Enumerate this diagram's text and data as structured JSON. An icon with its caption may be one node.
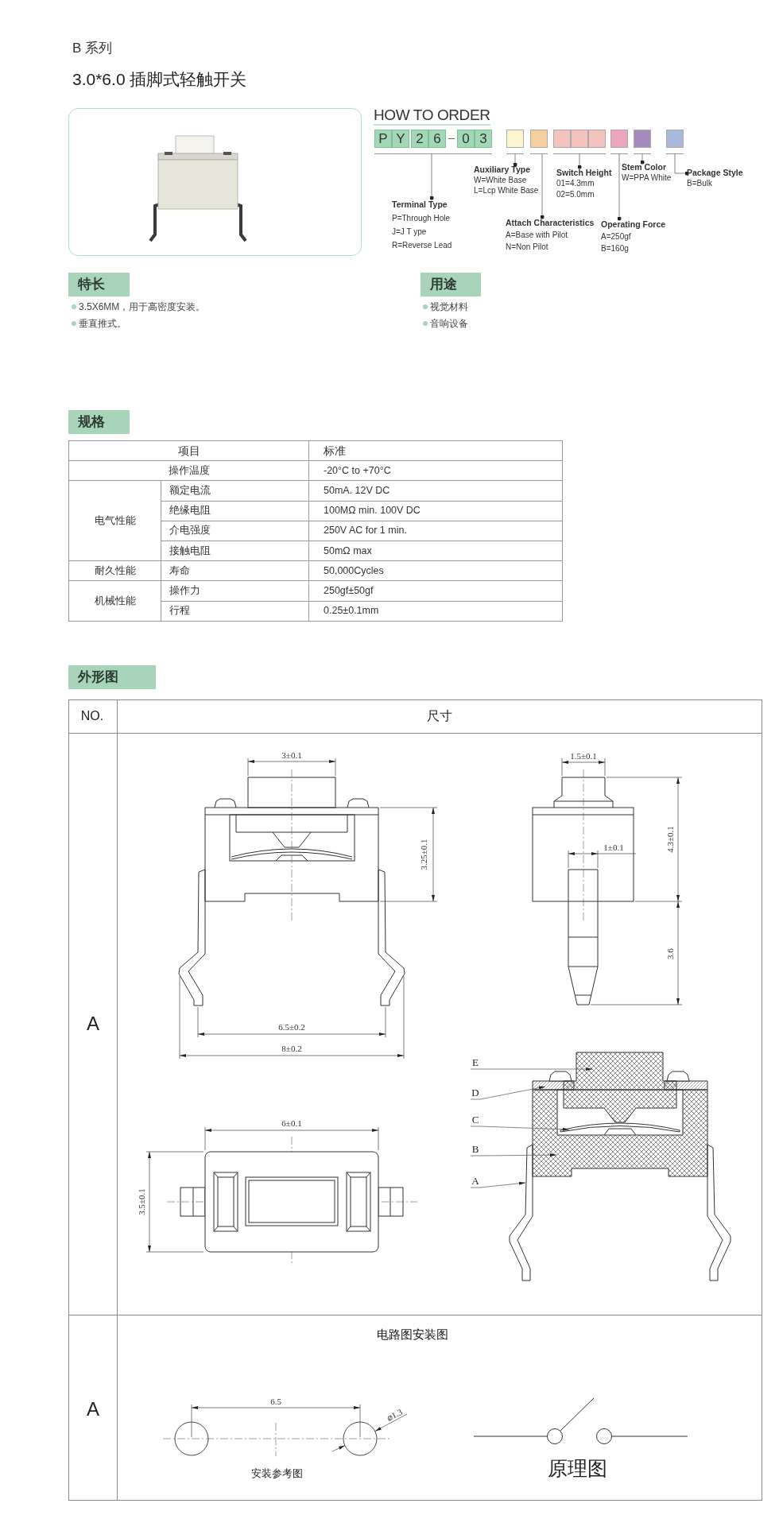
{
  "diagram": {
    "title": "3.0*6.0 插脚式轻触开关",
    "nodes": [
      {
        "text": [
          "P",
          "Y",
          "2",
          "6",
          "0",
          "3"
        ]
      },
      {
        "text": [],
        "shape": "box"
      },
      {
        "text": [],
        "shape": "box"
      },
      {
        "text": [],
        "shape": "box"
      },
      {
        "text": [],
        "shape": "box"
      },
      {
        "text": [],
        "shape": "box"
      },
      {
        "text": [],
        "shape": "box"
      },
      {
        "text": [
          "Auxiliary Type",
          "W=White Base",
          "L=Lcp White Base"
        ]
      },
      {
        "text": [
          "Switch Height",
          "01=4.3mm",
          "02=5.0mm"
        ]
      },
      {
        "text": [
          "Stem Color",
          "W=PPA White"
        ]
      },
      {
        "text": [
          "Package Style",
          "B=Bulk"
        ]
      },
      {
        "text": [
          "Terminal Type",
          "P=Through Hole",
          "J=J T ype",
          "R=Reverse Lead"
        ]
      },
      {
        "text": [
          "Attach Characteristics",
          "A=Base with Pilot",
          "N=Non Pilot"
        ]
      },
      {
        "text": [
          "Operating Force",
          "A=250gf",
          "B=160g"
        ]
      },
      {
        "text": [
          "特长"
        ]
      },
      {
        "text": [
          "用途"
        ]
      },
      {
        "text": [
          "规格"
        ]
      },
      {
        "text": [
          "外形图"
        ]
      },
      {
        "text": [
          "E"
        ]
      },
      {
        "text": [
          "D"
        ]
      },
      {
        "text": [
          "C"
        ]
      },
      {
        "text": [
          "B"
        ]
      },
      {
        "text": [
          "A"
        ]
      }
    ],
    "edges": [
      {
        "from": 0,
        "to": 11,
        "arrow": "other"
      },
      {
        "from": 1,
        "to": 7,
        "arrow": "other"
      },
      {
        "from": 2,
        "to": 12,
        "arrow": "other"
      },
      {
        "from": 3,
        "to": 8,
        "arrow": "other"
      },
      {
        "from": 4,
        "to": 13,
        "arrow": "other"
      },
      {
        "from": 5,
        "to": 9,
        "arrow": "other"
      },
      {
        "from": 6,
        "to": 10,
        "arrow": "other"
      },
      {
        "from": 18,
        "to": null,
        "arrow": "to"
      },
      {
        "from": 19,
        "to": null,
        "arrow": "to"
      },
      {
        "from": 20,
        "to": null,
        "arrow": "to"
      },
      {
        "from": 21,
        "to": null,
        "arrow": "to"
      },
      {
        "from": 22,
        "to": null,
        "arrow": "to"
      }
    ],
    "labels": [
      "B 系列",
      "HOW TO ORDER",
      "3.5X6MM，用于高密度安装。",
      "垂直推式。",
      "视觉材料",
      "音响设备",
      "项目",
      "标准",
      "操作温度",
      "-20°C to +70°C",
      "电气性能",
      "额定电流",
      "50mA. 12V DC",
      "绝缘电阻",
      "100MΩ min. 100V DC",
      "介电强度",
      "250V AC for 1 min.",
      "接触电阻",
      "50mΩ max",
      "耐久性能",
      "寿命",
      "50,000Cycles",
      "机械性能",
      "操作力",
      "250gf±50gf",
      "行程",
      "0.25±0.1mm",
      "NO.",
      "尺寸",
      "A",
      "3±0.1",
      "1.5±0.1",
      "3.25±0.1",
      "1±0.1",
      "4.3±0.1",
      "3.6",
      "6.5±0.2",
      "8±0.2",
      "6±0.1",
      "3.5±0.1",
      "电路图安装图",
      "A",
      "6.5",
      "⌀1.3",
      "安装参考图",
      "原理图"
    ]
  }
}
